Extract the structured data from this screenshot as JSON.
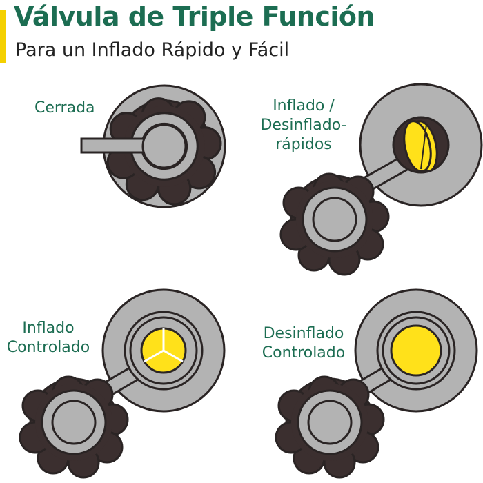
{
  "header": {
    "title": "Válvula de Triple Función",
    "subtitle": "Para un Inflado Rápido y Fácil"
  },
  "modes": [
    {
      "id": "closed",
      "lines": [
        "Cerrada"
      ]
    },
    {
      "id": "rapid",
      "lines": [
        "Inflado /",
        "Desinflado-",
        "rápidos"
      ]
    },
    {
      "id": "controlled-inflate",
      "lines": [
        "Inflado",
        "Controlado"
      ]
    },
    {
      "id": "controlled-deflate",
      "lines": [
        "Desinflado",
        "Controlado"
      ]
    }
  ],
  "colors": {
    "title_green": "#1c6d52",
    "accent_yellow": "#f4d000",
    "valve_grey": "#b3b3b3",
    "outline": "#2a2424",
    "knob_dark": "#3b2f2f",
    "highlight_yellow": "#ffe11a"
  }
}
